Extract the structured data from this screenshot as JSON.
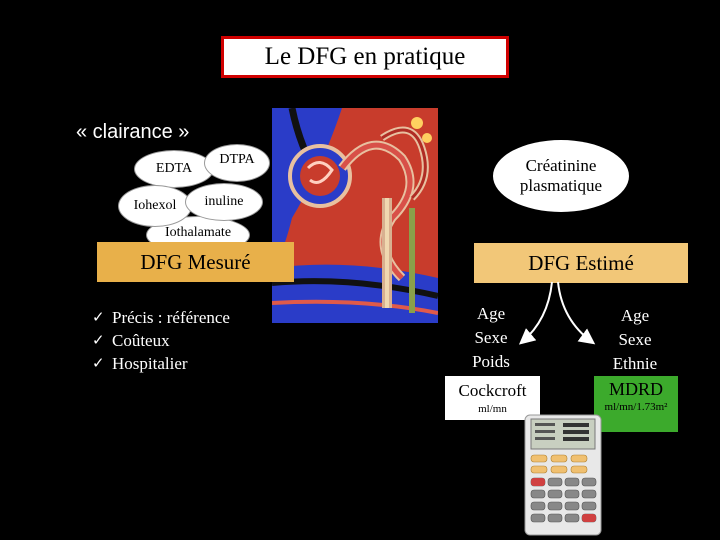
{
  "slide": {
    "title": "Le DFG en pratique",
    "clairance_label": "« clairance »",
    "markers": [
      "EDTA",
      "DTPA",
      "Iohexol",
      "inuline",
      "Iothalamate"
    ],
    "creatinine": {
      "line1": "Créatinine",
      "line2": "plasmatique"
    },
    "dfg_mesure": "DFG Mesuré",
    "dfg_estime": "DFG Estimé",
    "mesure_points": [
      "Précis : référence",
      "Coûteux",
      "Hospitalier"
    ],
    "check_glyph": "✓",
    "cockcroft": {
      "variables": [
        "Age",
        "Sexe",
        "Poids"
      ],
      "name": "Cockcroft",
      "unit": "ml/mn"
    },
    "mdrd": {
      "variables": [
        "Age",
        "Sexe",
        "Ethnie"
      ],
      "name": "MDRD",
      "unit": "ml/mn/1.73m²"
    }
  },
  "colors": {
    "background": "#000000",
    "title_border": "#d00000",
    "mesure_bar": "#e8b04a",
    "estime_bar": "#f2c778",
    "mdrd_box": "#3caa2c"
  },
  "icons": [
    "kidney-nephron-illustration",
    "calculator-image",
    "check-icon"
  ]
}
